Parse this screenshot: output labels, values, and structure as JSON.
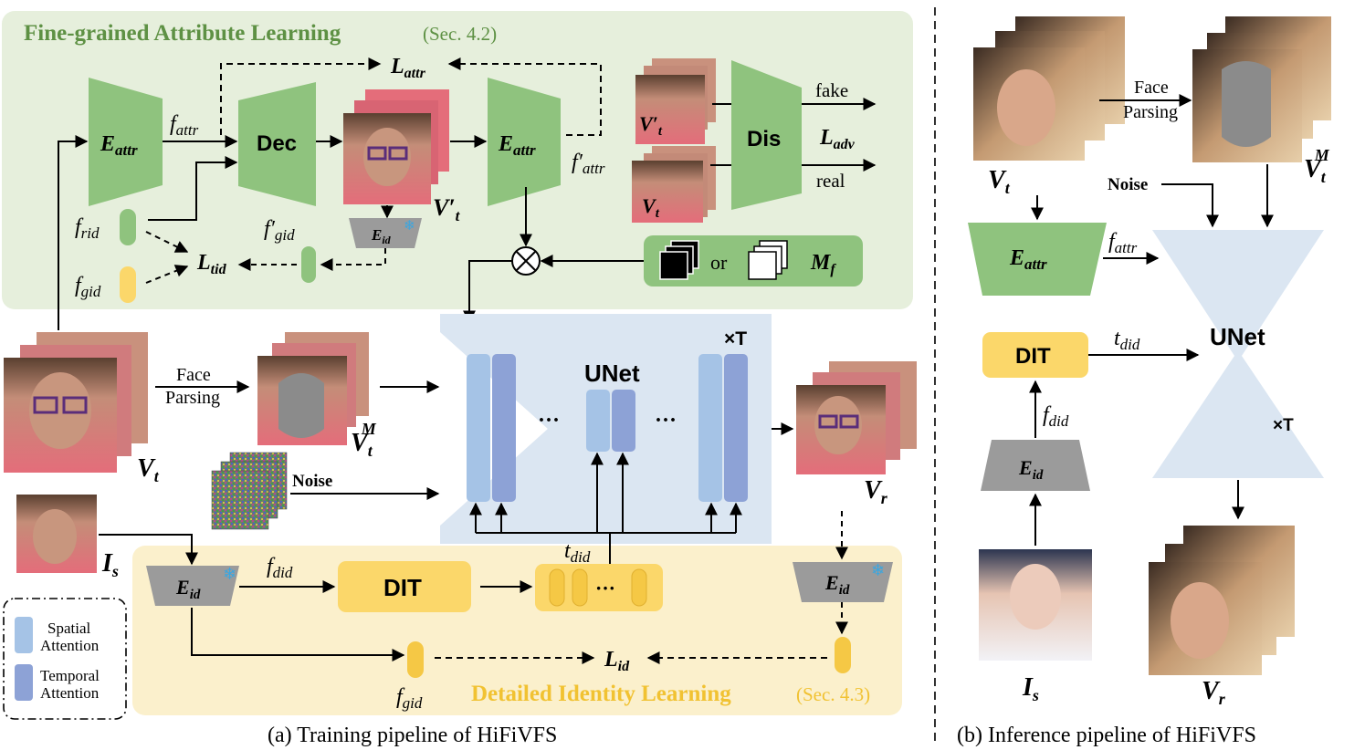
{
  "panel_a": {
    "caption": "(a) Training pipeline of HiFiVFS",
    "attr_section": {
      "title": "Fine-grained Attribute Learning",
      "ref": "(Sec. 4.2)"
    },
    "id_section": {
      "title": "Detailed Identity Learning",
      "ref": "(Sec. 4.3)"
    },
    "nodes": {
      "e_attr_main": "E",
      "e_attr_main_sub": "attr",
      "e_attr_second": "E",
      "e_attr_second_sub": "attr",
      "dec": "Dec",
      "dis": "Dis",
      "e_id_frozen": "E",
      "e_id_frozen_sub": "id",
      "e_id_source": "E",
      "e_id_source_sub": "id",
      "e_id_output": "E",
      "e_id_output_sub": "id",
      "dit": "DIT",
      "unet": "UNet",
      "times_t": "×T",
      "dots": "···"
    },
    "labels": {
      "f_attr": "f",
      "f_attr_sub": "attr",
      "f_attr_prime": "f′",
      "f_attr_prime_sub": "attr",
      "f_rid": "f",
      "f_rid_sub": "rid",
      "f_gid": "f",
      "f_gid_sub": "gid",
      "f_gid_prime": "f′",
      "f_gid_prime_sub": "gid",
      "f_gid_bottom": "f",
      "f_gid_bottom_sub": "gid",
      "f_did": "f",
      "f_did_sub": "did",
      "t_did": "t",
      "t_did_sub": "did",
      "l_attr": "L",
      "l_attr_sub": "attr",
      "l_adv": "L",
      "l_adv_sub": "adv",
      "l_tid": "L",
      "l_tid_sub": "tid",
      "l_id": "L",
      "l_id_sub": "id",
      "fake": "fake",
      "real": "real",
      "or": "or",
      "m_f": "M",
      "m_f_sub": "f",
      "face_parsing_1": "Face",
      "face_parsing_2": "Parsing",
      "noise": "Noise",
      "v_t": "V",
      "v_t_sub": "t",
      "v_t_prime": "V′",
      "v_t_prime_sub": "t",
      "v_t_m": "V",
      "v_t_m_sub": "t",
      "v_t_m_sup": "M",
      "v_r": "V",
      "v_r_sub": "r",
      "i_s": "I",
      "i_s_sub": "s"
    },
    "legend": {
      "spatial_1": "Spatial",
      "spatial_2": "Attention",
      "temporal_1": "Temporal",
      "temporal_2": "Attention"
    }
  },
  "panel_b": {
    "caption": "(b) Inference pipeline of HiFiVFS",
    "nodes": {
      "e_attr": "E",
      "e_attr_sub": "attr",
      "e_id": "E",
      "e_id_sub": "id",
      "dit": "DIT",
      "unet": "UNet",
      "times_t": "×T"
    },
    "labels": {
      "face_parsing_1": "Face",
      "face_parsing_2": "Parsing",
      "noise": "Noise",
      "f_attr": "f",
      "f_attr_sub": "attr",
      "t_did": "t",
      "t_did_sub": "did",
      "f_did": "f",
      "f_did_sub": "did",
      "v_t": "V",
      "v_t_sub": "t",
      "v_t_m": "V",
      "v_t_m_sub": "t",
      "v_t_m_sup": "M",
      "i_s": "I",
      "i_s_sub": "s",
      "v_r": "V",
      "v_r_sub": "r"
    }
  },
  "colors": {
    "green_panel": "#e6efdc",
    "green_block": "#8fc37e",
    "yellow_panel": "#fbf0cc",
    "yellow_block": "#fbd76a",
    "gray_block": "#9b9b9b",
    "unet": "#dbe6f2",
    "spatial": "#a5c3e6",
    "temporal": "#8da2d6",
    "section_green": "#5e9144",
    "section_yellow": "#f1c232"
  }
}
